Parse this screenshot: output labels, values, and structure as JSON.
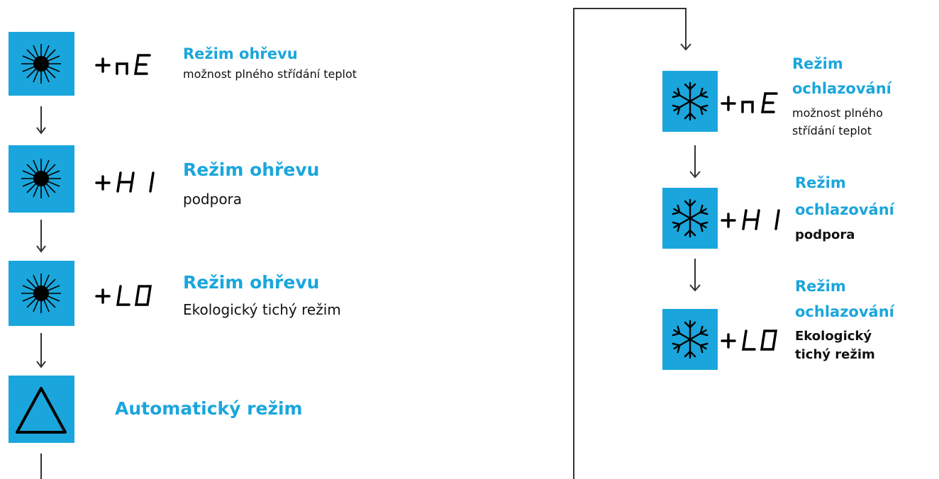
{
  "heating": {
    "modes": [
      {
        "code": "nE",
        "title": "Režim ohřevu",
        "subtitle": "možnost plného střídání teplot"
      },
      {
        "code": "HI",
        "title": "Režim ohřevu",
        "subtitle": "podpora"
      },
      {
        "code": "LO",
        "title": "Režim ohřevu",
        "subtitle": "Ekologický tichý režim"
      }
    ],
    "auto": {
      "title": "Automatický režim"
    }
  },
  "cooling": {
    "modes": [
      {
        "code": "nE",
        "title_line1": "Režim",
        "title_line2": "ochlazování",
        "subtitle_line1": "možnost plného",
        "subtitle_line2": "střídání teplot"
      },
      {
        "code": "HI",
        "title_line1": "Režim",
        "title_line2": "ochlazování",
        "subtitle_line1": "podpora",
        "subtitle_line2": ""
      },
      {
        "code": "LO",
        "title_line1": "Režim",
        "title_line2": "ochlazování",
        "subtitle_line1": "Ekologický",
        "subtitle_line2": "tichý režim"
      }
    ]
  },
  "icons": {
    "heat": "sun-icon",
    "cool": "snowflake-icon",
    "auto": "triangle-icon"
  },
  "colors": {
    "accent": "#1aa6dc",
    "text": "#111111",
    "line": "#333333"
  }
}
